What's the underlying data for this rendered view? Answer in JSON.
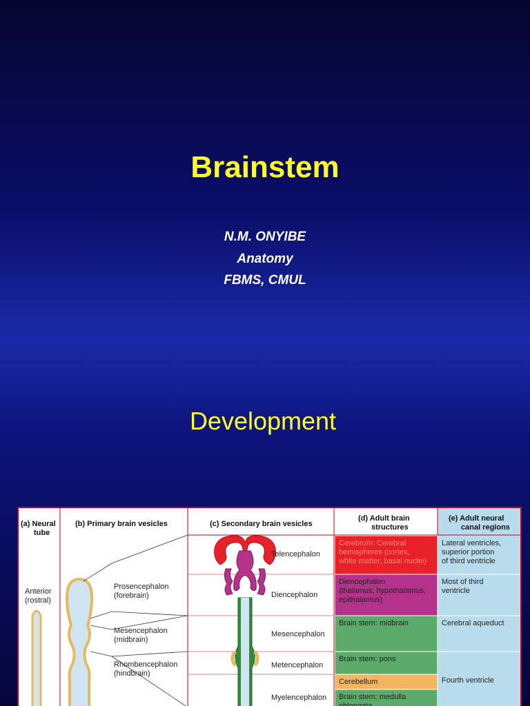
{
  "slide": {
    "title": "Brainstem",
    "author": "N.M. ONYIBE",
    "department": "Anatomy",
    "institution": "FBMS, CMUL",
    "section_heading": "Development"
  },
  "figure": {
    "headers": {
      "a_line1": "(a) Neural",
      "a_line2": "tube",
      "b": "(b) Primary brain vesicles",
      "c": "(c) Secondary brain vesicles",
      "d_line1": "(d) Adult brain",
      "d_line2": "structures",
      "e_line1": "(e) Adult neural",
      "e_line2": "canal regions"
    },
    "neural_tube": {
      "label_line1": "Anterior",
      "label_line2": "(rostral)"
    },
    "primary": [
      {
        "line1": "Prosencephalon",
        "line2": "(forebrain)"
      },
      {
        "line1": "Mesencephalon",
        "line2": "(midbrain)"
      },
      {
        "line1": "Rhombencephalon",
        "line2": "(hindbrain)"
      }
    ],
    "secondary": [
      "Telencephalon",
      "Diencephalon",
      "Mesencephalon",
      "Metencephalon",
      "Myelencephalon"
    ],
    "adult_structures": [
      {
        "lines": [
          "Cerebrum: Cerebral",
          "hemispheres (cortex,",
          "white matter, basal nuclei)"
        ],
        "color": "#e8202a"
      },
      {
        "lines": [
          "Diencephalon",
          "(thalamus, hypothalamus,",
          "epithalamus)"
        ],
        "color": "#b4328a"
      },
      {
        "lines": [
          "Brain stem: midbrain"
        ],
        "color": "#5cab6a"
      },
      {
        "lines": [
          "Brain stem: pons"
        ],
        "color": "#5cab6a"
      },
      {
        "lines": [
          "Cerebellum"
        ],
        "color": "#f3b560"
      },
      {
        "lines": [
          "Brain stem: medulla",
          "oblongata"
        ],
        "color": "#5cab6a"
      }
    ],
    "canal_regions": [
      {
        "lines": [
          "Lateral ventricles,",
          "superior portion",
          "of third ventricle"
        ]
      },
      {
        "lines": [
          "Most of third",
          "ventricle"
        ]
      },
      {
        "lines": [
          "Cerebral aqueduct"
        ]
      },
      {
        "lines": [
          "Fourth ventricle"
        ]
      }
    ],
    "colors": {
      "canal_bg": "#b8dcec",
      "border": "#c8001a",
      "vesicle_fill": "#cfe6f2",
      "vesicle_outline": "#e8b860"
    }
  }
}
